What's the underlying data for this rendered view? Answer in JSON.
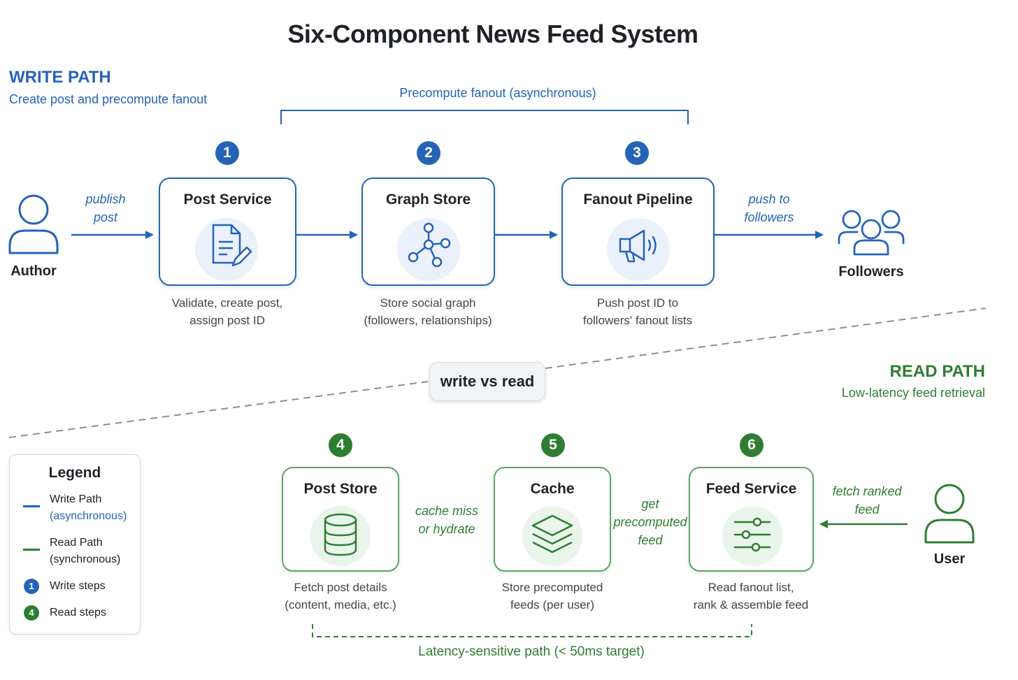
{
  "title": "Six-Component News Feed System",
  "write_path": {
    "heading": "WRITE PATH",
    "subheading": "Create post and precompute fanout",
    "bracket_label": "Precompute fanout (asynchronous)",
    "actor_left": "Author",
    "actor_right": "Followers",
    "edge_in": [
      "publish",
      "post"
    ],
    "edge_out": [
      "push to",
      "followers"
    ],
    "components": [
      {
        "step": "1",
        "name": "Post Service",
        "icon": "document-edit-icon",
        "desc": [
          "Validate, create post,",
          "assign post ID"
        ]
      },
      {
        "step": "2",
        "name": "Graph Store",
        "icon": "graph-nodes-icon",
        "desc": [
          "Store social graph",
          "(followers, relationships)"
        ]
      },
      {
        "step": "3",
        "name": "Fanout Pipeline",
        "icon": "megaphone-icon",
        "desc": [
          "Push post ID to",
          "followers' fanout lists"
        ]
      }
    ]
  },
  "divider_label": "write vs read",
  "read_path": {
    "heading": "READ PATH",
    "subheading": "Low-latency feed retrieval",
    "actor": "User",
    "edge_in": [
      "fetch ranked",
      "feed"
    ],
    "edge_cache_feed": [
      "get",
      "precomputed",
      "feed"
    ],
    "edge_store_cache": [
      "cache miss",
      "or hydrate"
    ],
    "latency_label": "Latency-sensitive path (< 50ms target)",
    "components": [
      {
        "step": "4",
        "name": "Post Store",
        "icon": "database-icon",
        "desc": [
          "Fetch post details",
          "(content, media, etc.)"
        ]
      },
      {
        "step": "5",
        "name": "Cache",
        "icon": "layers-icon",
        "desc": [
          "Store precomputed",
          "feeds (per user)"
        ]
      },
      {
        "step": "6",
        "name": "Feed Service",
        "icon": "sliders-icon",
        "desc": [
          "Read fanout list,",
          "rank & assemble feed"
        ]
      }
    ]
  },
  "legend": {
    "title": "Legend",
    "write_path": [
      "Write Path",
      "(asynchronous)"
    ],
    "read_path": [
      "Read Path",
      "(synchronous)"
    ],
    "write_steps_badge": "1",
    "write_steps": "Write steps",
    "read_steps_badge": "4",
    "read_steps": "Read steps"
  },
  "colors": {
    "write": "#2563b8",
    "read": "#2e7d32",
    "divider": "#8a8f96"
  }
}
